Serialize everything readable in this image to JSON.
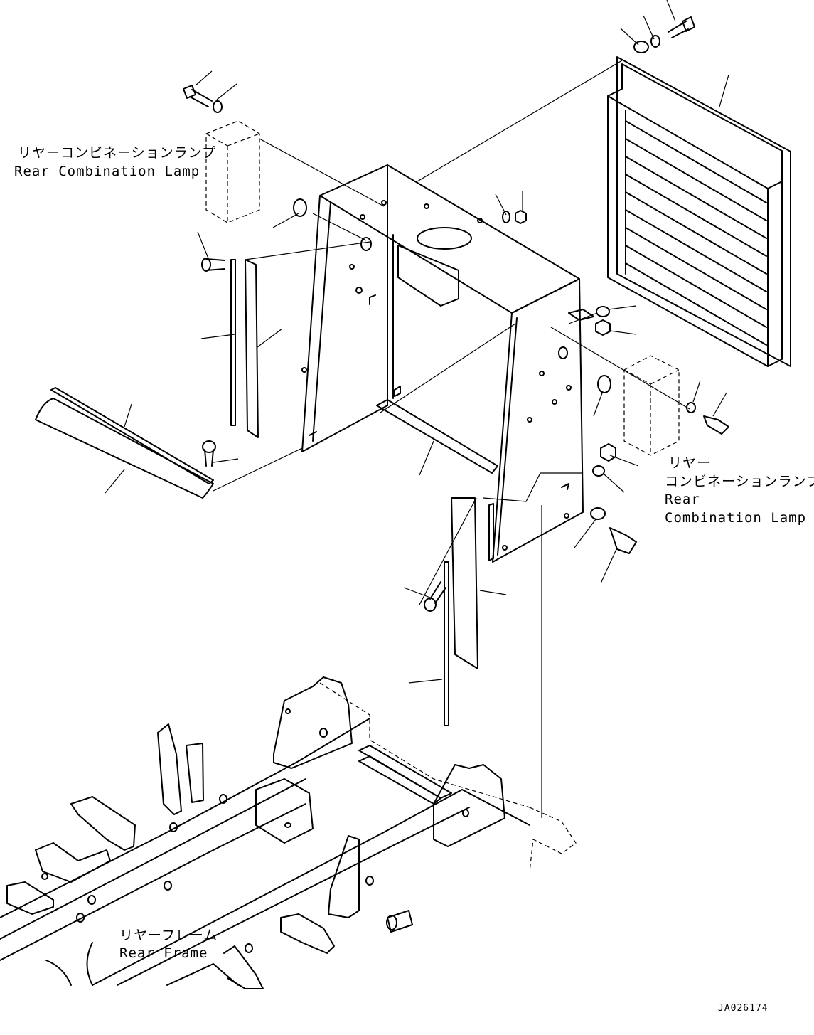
{
  "labels": {
    "lamp_left_jp": "リヤーコンビネーションランプ",
    "lamp_left_en": "Rear Combination Lamp",
    "lamp_right_jp_1": "リヤー",
    "lamp_right_jp_2": "コンビネーションランプ",
    "lamp_right_en_1": "Rear",
    "lamp_right_en_2": "Combination Lamp",
    "frame_jp": "リヤーフレーム",
    "frame_en": "Rear Frame",
    "drawing_code": "JA026174"
  }
}
